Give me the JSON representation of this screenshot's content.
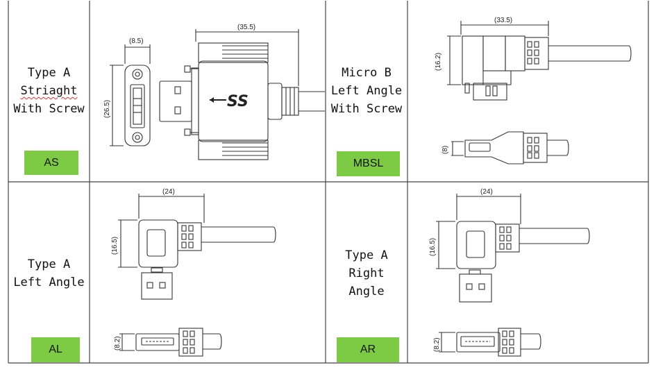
{
  "colors": {
    "badge": "#7dcb45",
    "border": "#444444",
    "line": "#333333"
  },
  "cells": [
    {
      "id": "as",
      "label_lines": [
        "Type A",
        "Striaght",
        "With Screw"
      ],
      "code": "AS",
      "dims": {
        "d1": "(8.5)",
        "d2": "(26.5)",
        "d3": "(35.5)"
      },
      "logo": "SS"
    },
    {
      "id": "mbsl",
      "label_lines": [
        "Micro B",
        "Left Angle",
        "With Screw"
      ],
      "code": "MBSL",
      "dims": {
        "d1": "(33.5)",
        "d2": "(16.2)",
        "d3": "(8)"
      }
    },
    {
      "id": "al",
      "label_lines": [
        "Type A",
        "Left Angle"
      ],
      "code": "AL",
      "dims": {
        "d1": "(24)",
        "d2": "(16.5)",
        "d3": "(8.2)"
      }
    },
    {
      "id": "ar",
      "label_lines": [
        "Type A",
        "Right",
        "Angle"
      ],
      "code": "AR",
      "dims": {
        "d1": "(24)",
        "d2": "(16.5)",
        "d3": "(8.2)"
      }
    }
  ]
}
